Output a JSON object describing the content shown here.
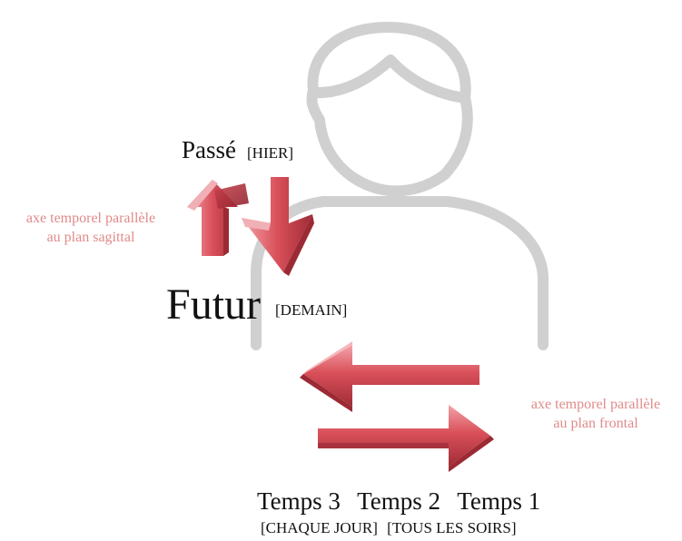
{
  "labels": {
    "passe": "Passé",
    "passe_sub": "[HIER]",
    "futur": "Futur",
    "futur_sub": "[DEMAIN]",
    "note_sagittal_line1": "axe temporel parallèle",
    "note_sagittal_line2": "au plan sagittal",
    "note_frontal_line1": "axe temporel parallèle",
    "note_frontal_line2": "au plan frontal",
    "temps": [
      "Temps 3",
      "Temps 2",
      "Temps 1"
    ],
    "time_markers": [
      "[CHAQUE JOUR]",
      "[TOUS LES SOIRS]"
    ]
  },
  "colors": {
    "figure_outline": "#d0d0d0",
    "arrow_red": "#d9505a",
    "arrow_highlight": "#f3a3a9",
    "arrow_shadow": "#a02c36",
    "note_text": "#e08a8a"
  }
}
